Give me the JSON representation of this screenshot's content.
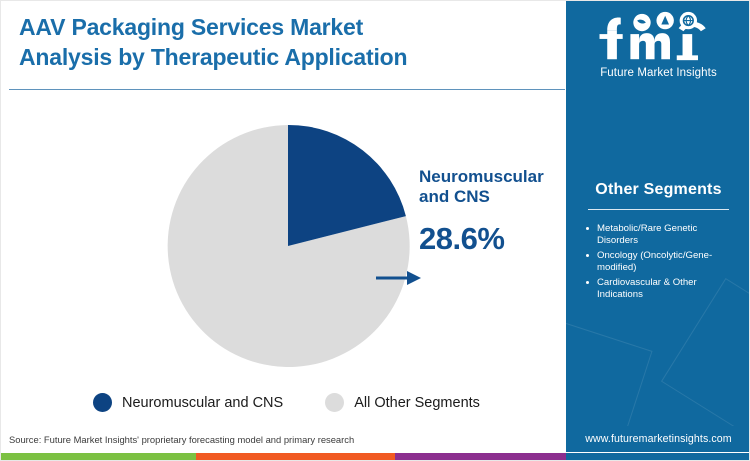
{
  "header": {
    "title_line1": "AAV Packaging Services Market",
    "title_line2": "Analysis by Therapeutic Application"
  },
  "brand": {
    "logo_wordmark": "fmi",
    "tagline": "Future Market Insights"
  },
  "side_panel": {
    "heading": "Other Segments",
    "items": [
      "Metabolic/Rare Genetic Disorders",
      "Oncology (Oncolytic/Gene-modified)",
      "Cardiovascular & Other Indications"
    ]
  },
  "callout": {
    "label_line1": "Neuromuscular",
    "label_line2": "and CNS",
    "value": "28.6%"
  },
  "legend": [
    {
      "label": "Neuromuscular and CNS",
      "color": "#0d4382"
    },
    {
      "label": "All Other Segments",
      "color": "#dcdcdc"
    }
  ],
  "footer": {
    "source": "Source: Future Market Insights' proprietary forecasting model and primary research",
    "url": "www.futuremarketinsights.com"
  },
  "colors": {
    "title_blue": "#1a6eaa",
    "slice_blue": "#0d4382",
    "slice_gray": "#dcdcdc",
    "panel_blue": "#10699f",
    "callout_blue": "#12508f",
    "bar_green": "#7cc142",
    "bar_orange": "#f15a22",
    "bar_purple": "#8c2f8f",
    "bar_blue": "#10699f"
  },
  "chart_data": {
    "type": "pie",
    "title": "AAV Packaging Services Market Analysis by Therapeutic Application",
    "categories": [
      "Neuromuscular and CNS",
      "All Other Segments"
    ],
    "values": [
      28.6,
      71.4
    ],
    "unit": "%",
    "colors": [
      "#0d4382",
      "#dcdcdc"
    ],
    "data_labels": [
      "28.6%",
      ""
    ],
    "start_angle_deg": 0,
    "direction": "clockwise",
    "legend_position": "bottom",
    "annotations": [
      "Neuromuscular and CNS 28.6%"
    ]
  }
}
